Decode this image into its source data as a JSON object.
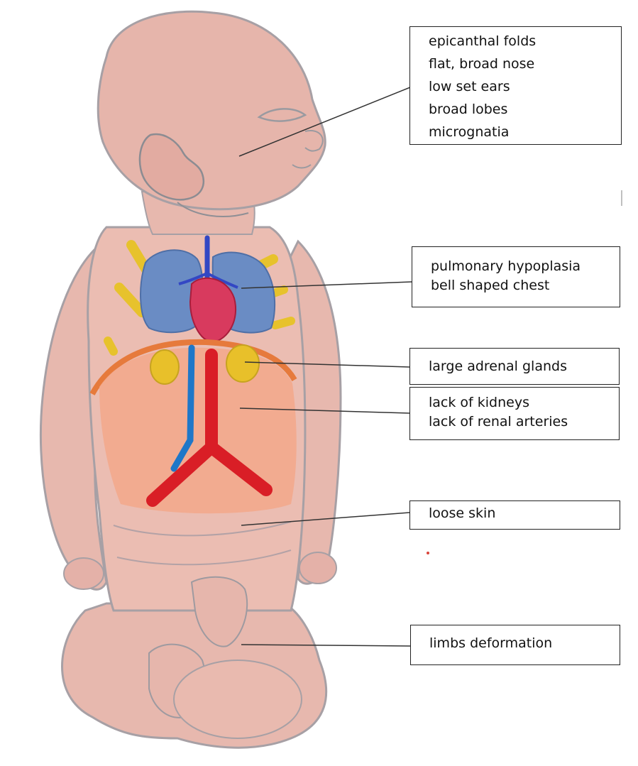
{
  "labels": {
    "face": [
      "epicanthal folds",
      "flat, broad nose",
      "low set ears",
      "broad lobes",
      "micrognatia"
    ],
    "lungs": [
      "pulmonary hypoplasia",
      "bell shaped chest"
    ],
    "adrenal": [
      "large adrenal glands"
    ],
    "kidneys": [
      "lack of kidneys",
      "lack of renal arteries"
    ],
    "skin": [
      "loose skin"
    ],
    "limbs": [
      "limbs deformation"
    ]
  },
  "colors": {
    "skin": "#e9b7ad",
    "lungs": "#6a8cc4",
    "heart": "#d83a5e",
    "adrenal": "#e8c02a",
    "aorta": "#d91e26",
    "vein": "#1f77c8",
    "abdomen": "#f3a98c",
    "outline": "#9a8e96"
  }
}
